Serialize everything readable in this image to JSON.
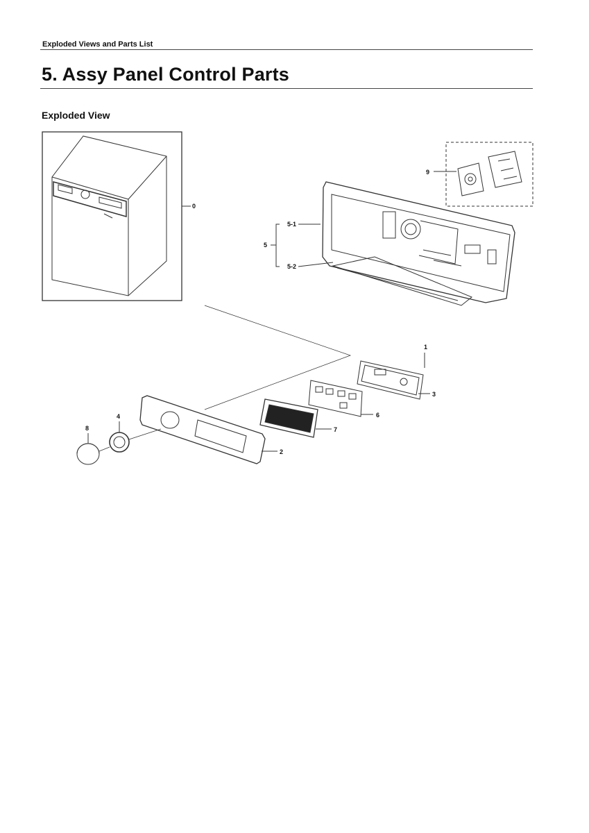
{
  "header": {
    "running_title": "Exploded Views and Parts List"
  },
  "section": {
    "title": "5.  Assy Panel Control Parts",
    "subheading": "Exploded View"
  },
  "callouts": {
    "c0": "0",
    "c1": "1",
    "c2": "2",
    "c3": "3",
    "c4": "4",
    "c5": "5",
    "c5_1": "5-1",
    "c5_2": "5-2",
    "c6": "6",
    "c7": "7",
    "c8": "8",
    "c9": "9"
  }
}
